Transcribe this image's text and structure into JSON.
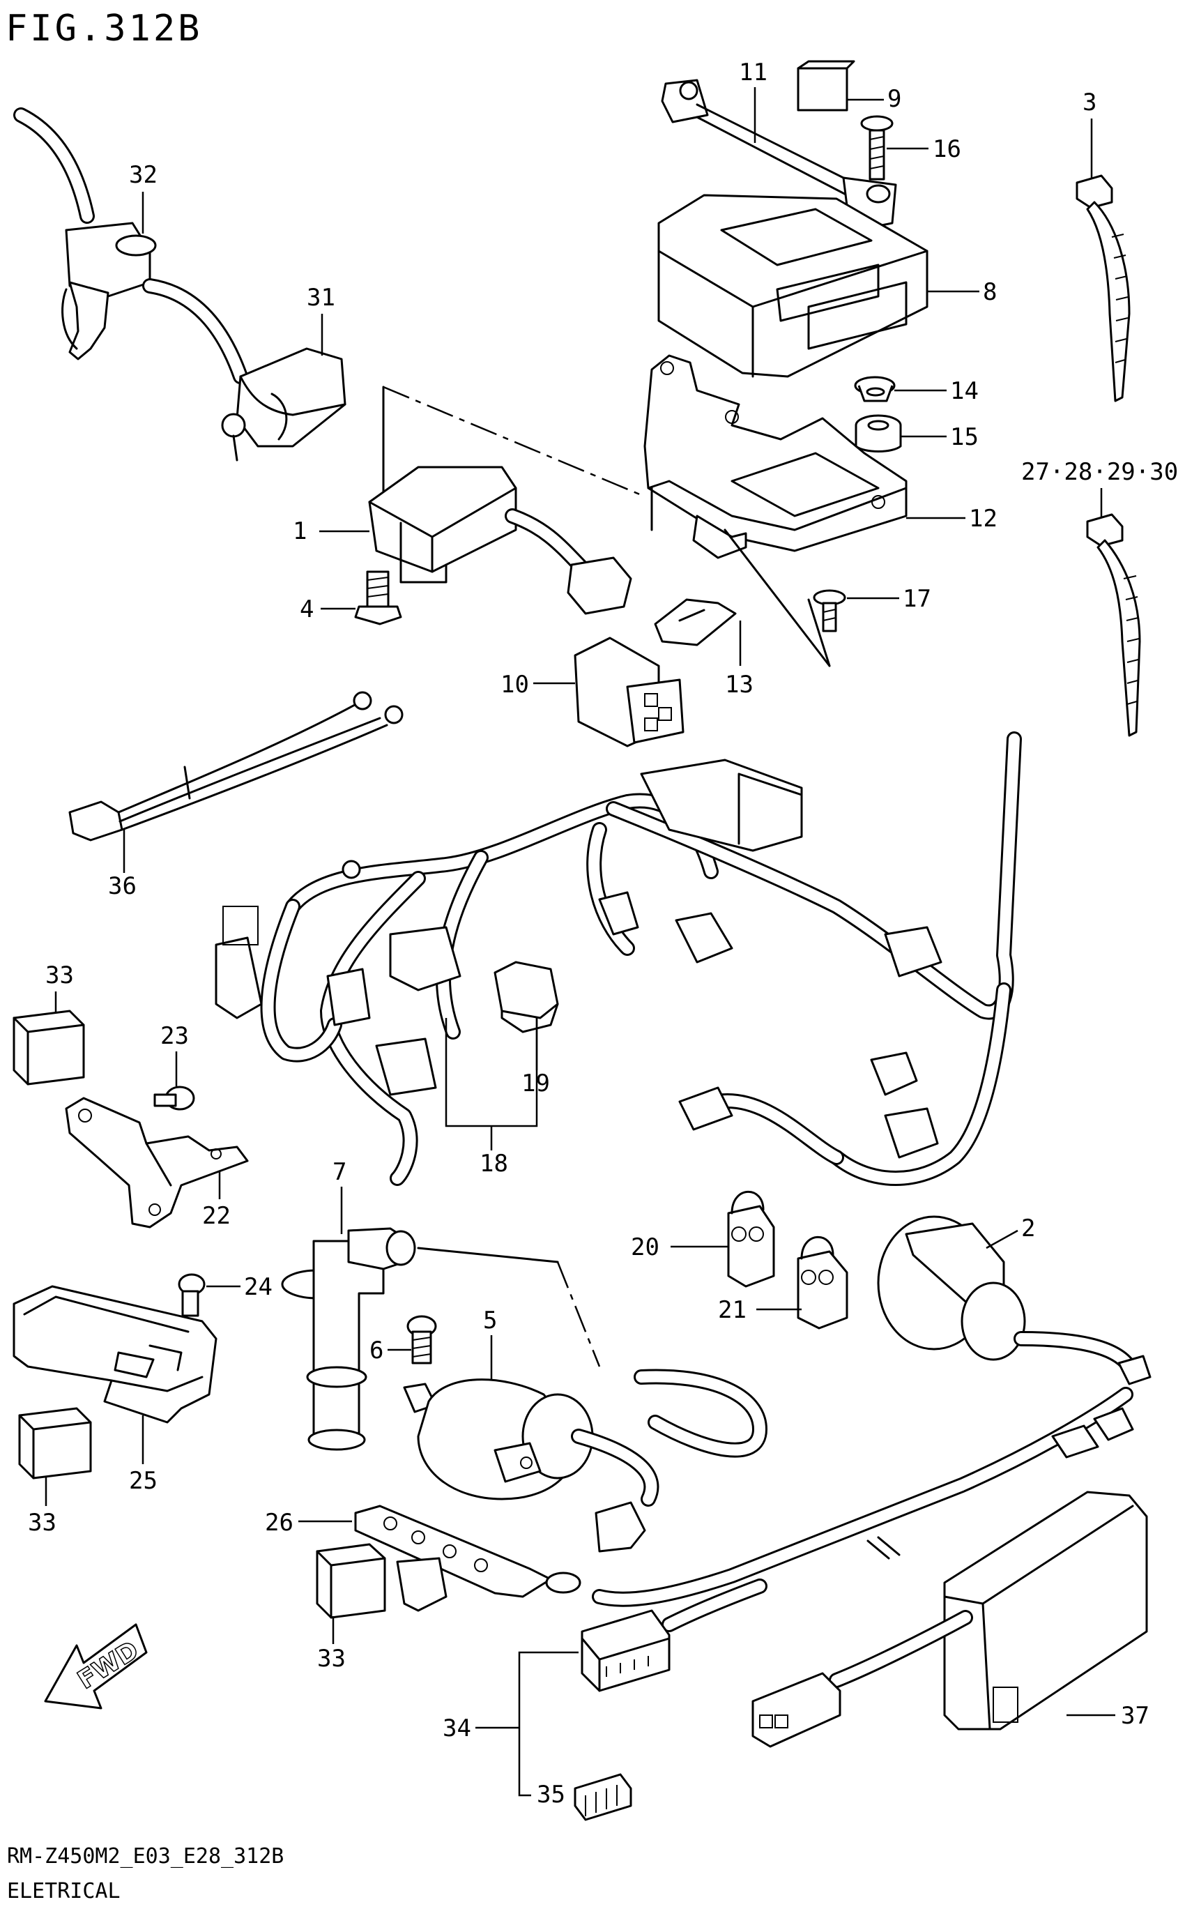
{
  "figure": {
    "title": "FIG.312B",
    "code": "RM-Z450M2_E03_E28_312B",
    "caption": "ELETRICAL",
    "fwd_label": "FWD"
  },
  "labels": {
    "l1": "1",
    "l2": "2",
    "l3": "3",
    "l4": "4",
    "l5": "5",
    "l6": "6",
    "l7": "7",
    "l8": "8",
    "l9": "9",
    "l10": "10",
    "l11": "11",
    "l12": "12",
    "l13": "13",
    "l14": "14",
    "l15": "15",
    "l16": "16",
    "l17": "17",
    "l18": "18",
    "l19": "19",
    "l20": "20",
    "l21": "21",
    "l22": "22",
    "l23": "23",
    "l24": "24",
    "l25": "25",
    "l26": "26",
    "l27_30": "27·28·29·30",
    "l31": "31",
    "l32": "32",
    "l33a": "33",
    "l33b": "33",
    "l33c": "33",
    "l34": "34",
    "l35": "35",
    "l36": "36",
    "l37": "37"
  }
}
